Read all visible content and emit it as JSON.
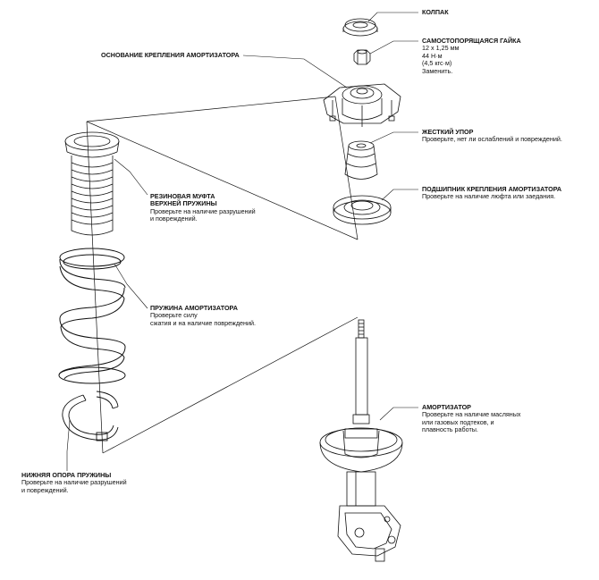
{
  "labels": {
    "cap": {
      "title": "КОЛПАК"
    },
    "nut": {
      "title": "САМОСТОПОРЯЩАЯСЯ ГАЙКА",
      "lines": [
        "12 х 1,25 мм",
        "44 Н·м",
        "(4,5 кгс·м)",
        "Заменить."
      ]
    },
    "mount_base": {
      "title": "ОСНОВАНИЕ КРЕПЛЕНИЯ АМОРТИЗАТОРА"
    },
    "bump_stop": {
      "title": "ЖЕСТКИЙ УПОР",
      "lines": [
        "Проверьте, нет ли ослаблений и повреждений."
      ]
    },
    "mount_bearing": {
      "title": "ПОДШИПНИК КРЕПЛЕНИЯ АМОРТИЗАТОРА",
      "lines": [
        "Проверьте на наличие люфта или заедания."
      ]
    },
    "rubber_boot": {
      "title_lines": [
        "РЕЗИНОВАЯ МУФТА",
        "ВЕРХНЕЙ ПРУЖИНЫ"
      ],
      "lines": [
        "Проверьте на наличие разрушений",
        "и повреждений."
      ]
    },
    "spring": {
      "title": "ПРУЖИНА АМОРТИЗАТОРА",
      "lines": [
        "Проверьте силу",
        "сжатия и на наличие повреждений."
      ]
    },
    "damper": {
      "title": "АМОРТИЗАТОР",
      "lines": [
        "Проверьте на наличие масляных",
        "или газовых подтеков, и",
        "плавность работы."
      ]
    },
    "lower_seat": {
      "title": "НИЖНЯЯ ОПОРА ПРУЖИНЫ",
      "lines": [
        "Проверьте на наличие разрушений",
        "и повреждений."
      ]
    }
  },
  "colors": {
    "line": "#111111",
    "background": "#ffffff"
  }
}
